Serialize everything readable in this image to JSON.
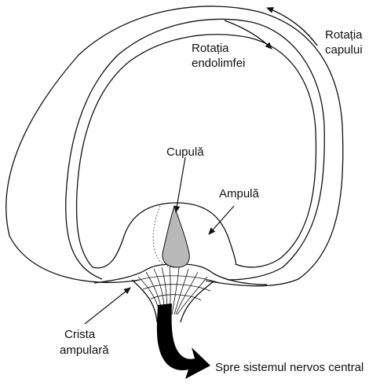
{
  "labels": {
    "endolymph_rotation": [
      "Rotația",
      "endolimfei"
    ],
    "head_rotation": [
      "Rotația",
      "capului"
    ],
    "cupula": "Cupulă",
    "ampulla": "Ampulă",
    "crista": [
      "Crista",
      "ampulară"
    ],
    "cns": "Spre sistemul nervos central"
  },
  "colors": {
    "line": "#111111",
    "cupula_fill": "#b9b9b9",
    "background": "#ffffff"
  }
}
